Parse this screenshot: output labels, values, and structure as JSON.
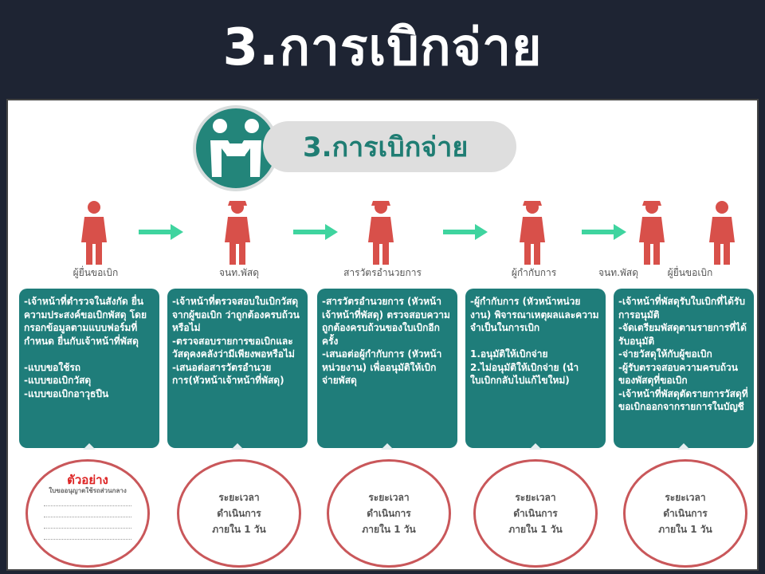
{
  "header": {
    "title": "3.การเบิกจ่าย"
  },
  "banner": {
    "label": "3.การเบิกจ่าย",
    "icon": "handover-icon"
  },
  "colors": {
    "teal": "#1f7d7a",
    "person": "#d8504a",
    "arrow": "#3fd49f",
    "circle": "#c9575a"
  },
  "roles": [
    "ผู้ยื่นขอเบิก",
    "จนท.พัสดุ",
    "สารวัตรอำนวยการ",
    "ผู้กำกับการ",
    "จนท.พัสดุ",
    "ผู้ยื่นขอเบิก"
  ],
  "steps": [
    {
      "text": "-เจ้าหน้าที่ตำรวจในสังกัด ยื่นความประสงค์ขอเบิกพัสดุ โดยกรอกข้อมูลตามแบบฟอร์มที่กำหนด ยื่นกับเจ้าหน้าที่พัสดุ\n\n-แบบขอใช้รถ\n-แบบขอเบิกวัสดุ\n-แบบขอเบิกอาวุธปืน"
    },
    {
      "text": "-เจ้าหน้าที่ตรวจสอบใบเบิกวัสดุ จากผู้ขอเบิก ว่าถูกต้องครบถ้วนหรือไม่\n-ตรวจสอบรายการขอเบิกและวัสดุคงคลังว่ามีเพียงพอหรือไม่\n-เสนอต่อสารวัตรอำนวยการ(หัวหน้าเจ้าหน้าที่พัสดุ)"
    },
    {
      "text": "-สารวัตรอำนวยการ (หัวหน้าเจ้าหน้าที่พัสดุ) ตรวจสอบความถูกต้องครบถ้วนของใบเบิกอีกครั้ง\n-เสนอต่อผู้กำกับการ (หัวหน้าหน่วยงาน) เพื่ออนุมัติให้เบิกจ่ายพัสดุ"
    },
    {
      "text": "-ผู้กำกับการ (หัวหน้าหน่วยงาน) พิจารณาเหตุผลและความจำเป็นในการเบิก\n\n 1.อนุมัติให้เบิกจ่าย\n 2.ไม่อนุมัติให้เบิกจ่าย (นำใบเบิกกลับไปแก้ไขใหม่)"
    },
    {
      "text": "-เจ้าหน้าที่พัสดุรับใบเบิกที่ได้รับการอนุมัติ\n-จัดเตรียมพัสดุตามรายการที่ได้รับอนุมัติ\n-จ่ายวัสดุให้กับผู้ขอเบิก\n-ผู้รับตรวจสอบความครบถ้วนของพัสดุที่ขอเบิก\n-เจ้าหน้าที่พัสดุตัดรายการวัสดุที่ขอเบิกออกจากรายการในบัญชี"
    }
  ],
  "sample": {
    "title": "ตัวอย่าง",
    "subtitle": "ใบขออนุญาตใช้รถส่วนกลาง"
  },
  "duration": "ระยะเวลา\nดำเนินการ\nภายใน 1 วัน"
}
